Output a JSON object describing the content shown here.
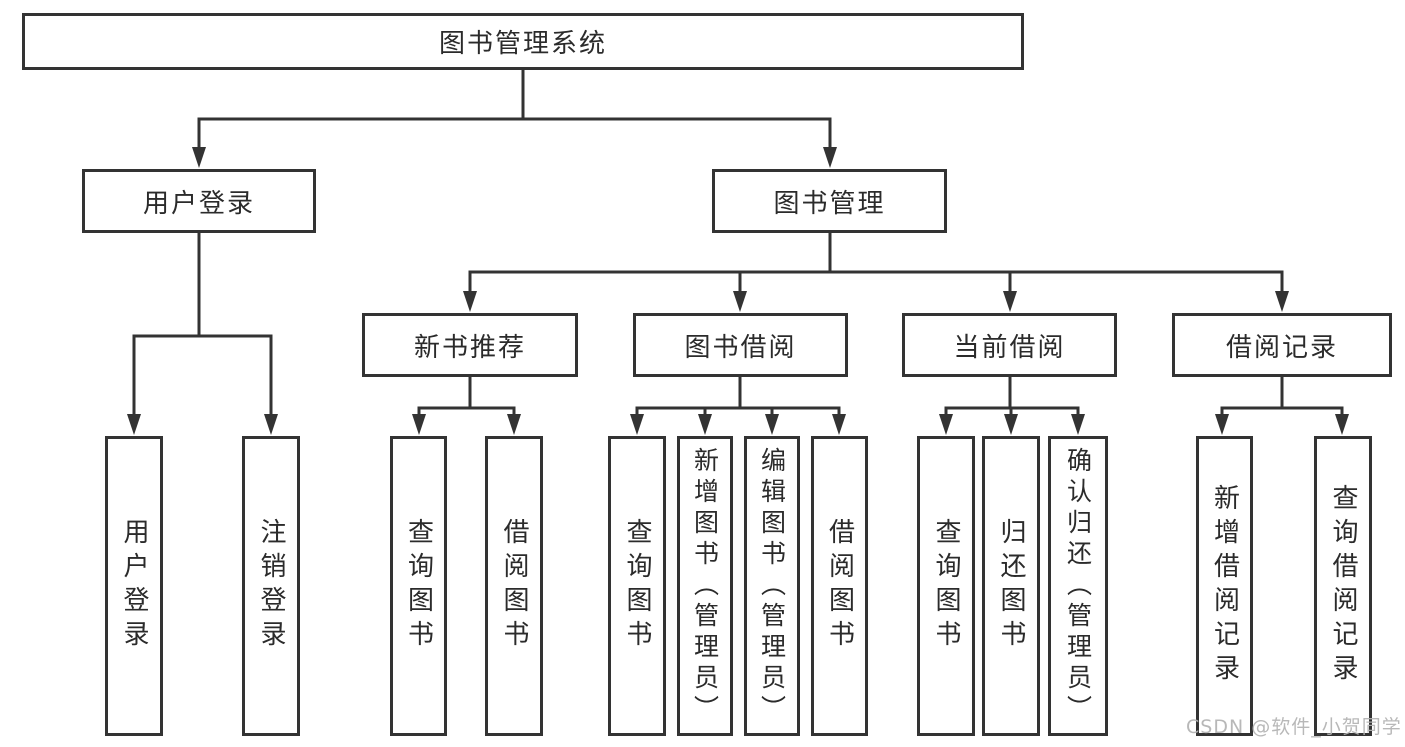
{
  "diagram": {
    "root": "图书管理系统",
    "children": [
      {
        "label": "用户登录",
        "children": [
          {
            "label": "用户登录"
          },
          {
            "label": "注销登录"
          }
        ]
      },
      {
        "label": "图书管理",
        "children": [
          {
            "label": "新书推荐",
            "children": [
              {
                "label": "查询图书"
              },
              {
                "label": "借阅图书"
              }
            ]
          },
          {
            "label": "图书借阅",
            "children": [
              {
                "label": "查询图书"
              },
              {
                "label": "新增图书（管理员）"
              },
              {
                "label": "编辑图书（管理员）"
              },
              {
                "label": "借阅图书"
              }
            ]
          },
          {
            "label": "当前借阅",
            "children": [
              {
                "label": "查询图书"
              },
              {
                "label": "归还图书"
              },
              {
                "label": "确认归还（管理员）"
              }
            ]
          },
          {
            "label": "借阅记录",
            "children": [
              {
                "label": "新增借阅记录"
              },
              {
                "label": "查询借阅记录"
              }
            ]
          }
        ]
      }
    ]
  },
  "watermark": {
    "text": "CSDN @软件_小贺同学"
  },
  "colors": {
    "line": "#333333",
    "box_border": "#333333",
    "text": "#2b2b2b",
    "background": "#ffffff",
    "watermark": "#b3b3b3"
  }
}
